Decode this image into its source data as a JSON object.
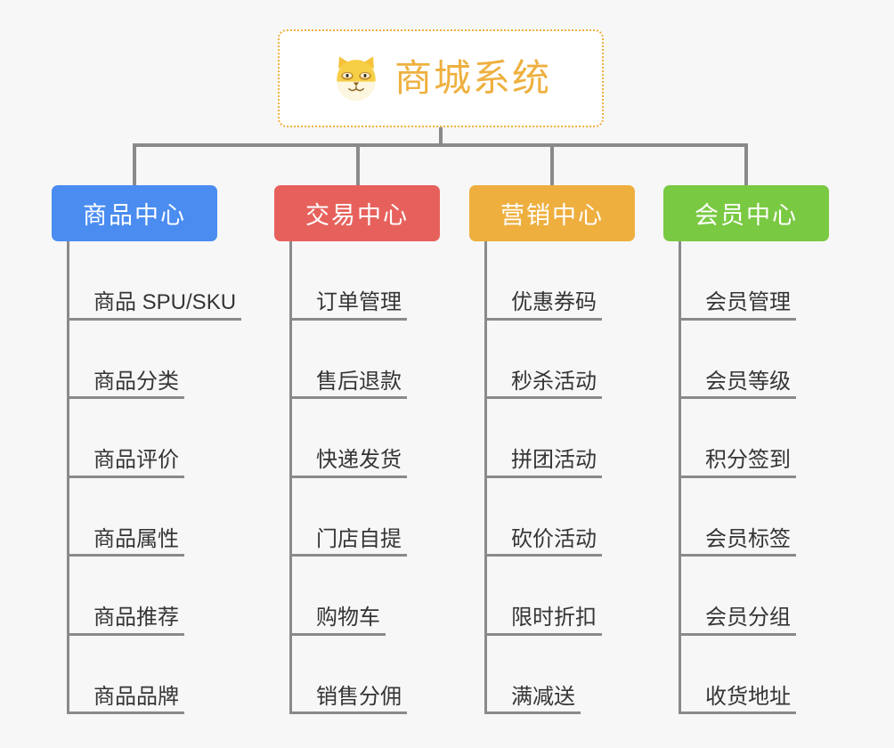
{
  "root": {
    "title": "商城系统",
    "icon": "shiba-dog-face-emoji",
    "border_color": "#eeaf3f",
    "text_color": "#eeb03f",
    "background": "#ffffff"
  },
  "canvas": {
    "background_color": "#f7f7f7",
    "connector_color": "#8a8a8a"
  },
  "columns": [
    {
      "label": "商品中心",
      "color": "#4a8cf0",
      "items": [
        {
          "label": "商品 SPU/SKU"
        },
        {
          "label": "商品分类"
        },
        {
          "label": "商品评价"
        },
        {
          "label": "商品属性"
        },
        {
          "label": "商品推荐"
        },
        {
          "label": "商品品牌"
        }
      ]
    },
    {
      "label": "交易中心",
      "color": "#e7615c",
      "items": [
        {
          "label": "订单管理"
        },
        {
          "label": "售后退款"
        },
        {
          "label": "快递发货"
        },
        {
          "label": "门店自提"
        },
        {
          "label": "购物车"
        },
        {
          "label": "销售分佣"
        }
      ]
    },
    {
      "label": "营销中心",
      "color": "#eeaf3f",
      "items": [
        {
          "label": "优惠券码"
        },
        {
          "label": "秒杀活动"
        },
        {
          "label": "拼团活动"
        },
        {
          "label": "砍价活动"
        },
        {
          "label": "限时折扣"
        },
        {
          "label": "满减送"
        }
      ]
    },
    {
      "label": "会员中心",
      "color": "#7ac943",
      "items": [
        {
          "label": "会员管理"
        },
        {
          "label": "会员等级"
        },
        {
          "label": "积分签到"
        },
        {
          "label": "会员标签"
        },
        {
          "label": "会员分组"
        },
        {
          "label": "收货地址"
        }
      ]
    }
  ]
}
